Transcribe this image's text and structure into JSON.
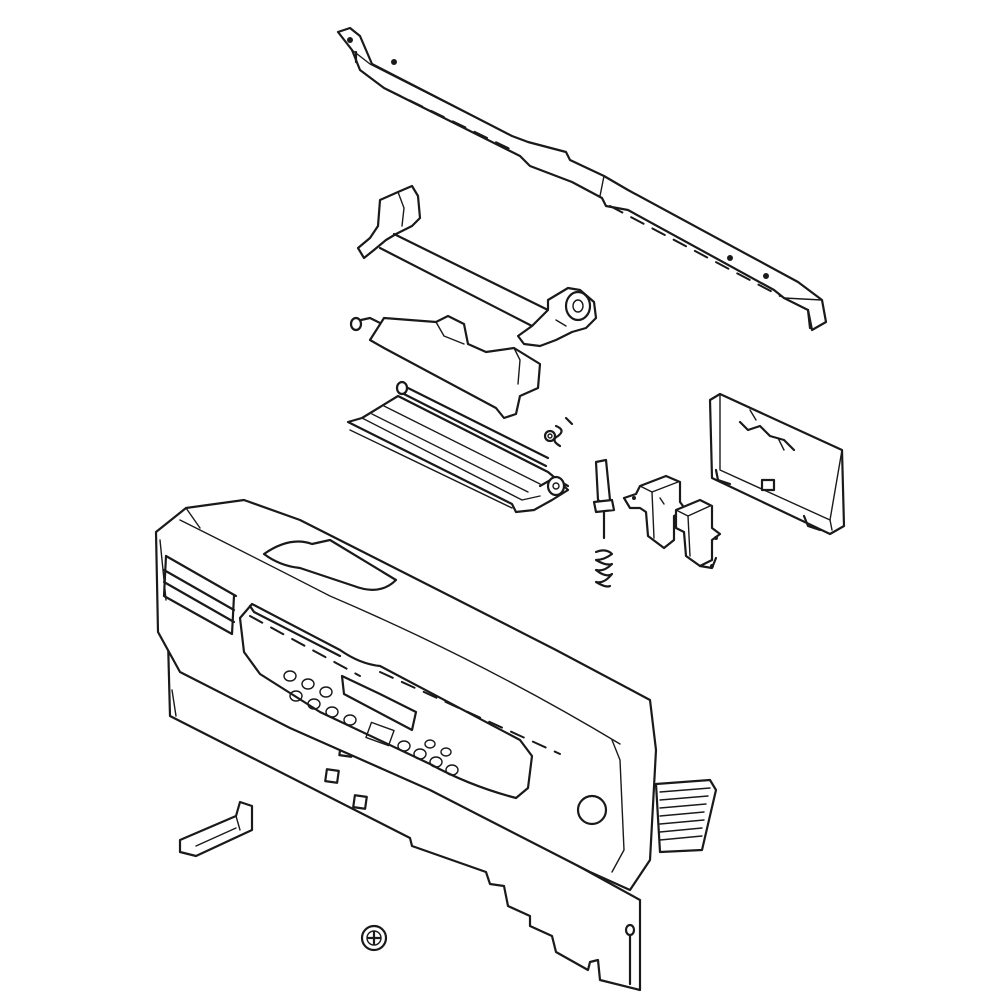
{
  "diagram": {
    "view": "exploded-parts",
    "line_color": "#1a1a1a",
    "background_color": "#ffffff",
    "parts": [
      "top-mounting-bracket",
      "latch-frame",
      "latch-plate",
      "door-handle",
      "actuator-pin",
      "actuator-spring",
      "door-switch",
      "door-switch",
      "circuit-board-housing",
      "control-panel",
      "ribbon-cable",
      "panel-clip",
      "screw"
    ]
  }
}
